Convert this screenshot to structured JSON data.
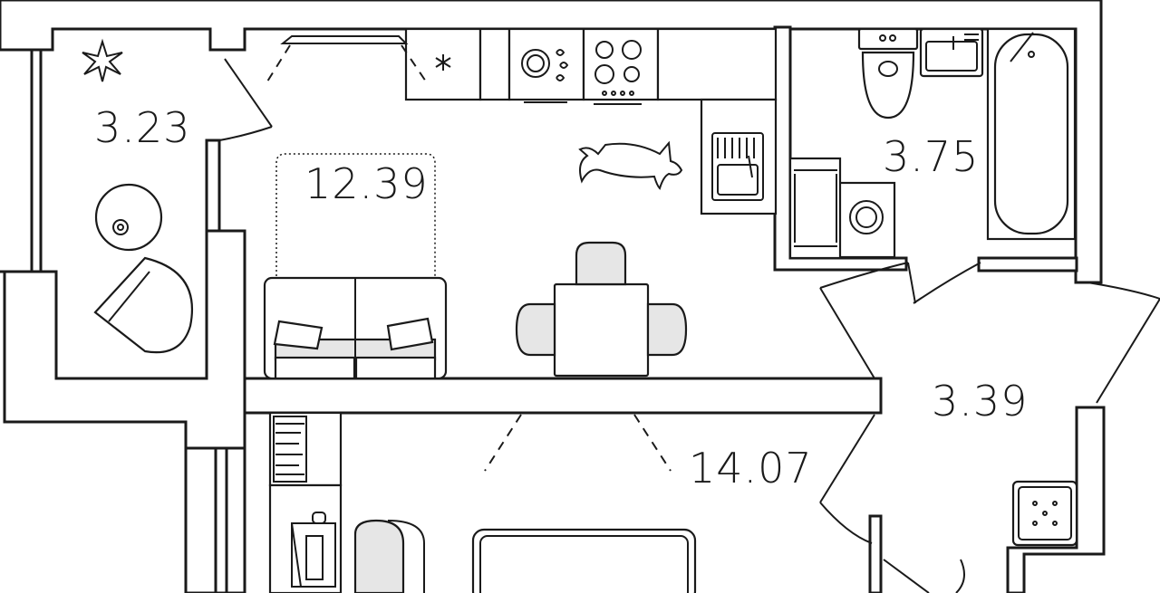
{
  "rooms": {
    "balcony": {
      "area": "3.23"
    },
    "kitchen": {
      "area": "12.39"
    },
    "bathroom": {
      "area": "3.75"
    },
    "hallway": {
      "area": "3.39"
    },
    "bedroom": {
      "area": "14.07"
    }
  },
  "colors": {
    "ink": "#1a1a1a",
    "fill": "#ffffff",
    "furniture_shade": "#e6e6e6"
  },
  "icons": [
    "plant-icon",
    "snowflake-icon",
    "dishwasher-icon",
    "hob-icon",
    "sink-icon",
    "cat-icon",
    "toilet-icon",
    "bath-icon",
    "washing-machine-icon",
    "electrical-panel-icon"
  ]
}
